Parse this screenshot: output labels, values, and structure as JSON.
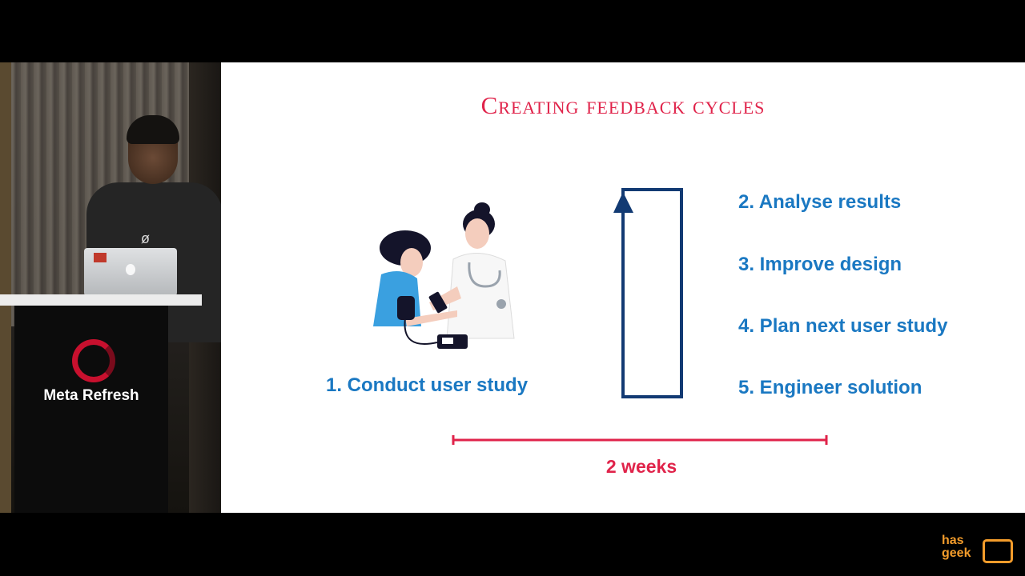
{
  "slide": {
    "title": "Creating feedback cycles",
    "steps": [
      "1. Conduct user study",
      "2. Analyse results",
      "3. Improve design",
      "4. Plan next user study",
      "5. Engineer solution"
    ],
    "duration": "2 weeks"
  },
  "lectern": {
    "brand": "Meta Refresh"
  },
  "watermark": {
    "line1": "has",
    "line2": "geek"
  },
  "colors": {
    "title": "#e0234a",
    "steps": "#1a78c2",
    "cycle": "#123a73",
    "timeline": "#e0234a",
    "brand": "#f39c2b"
  }
}
